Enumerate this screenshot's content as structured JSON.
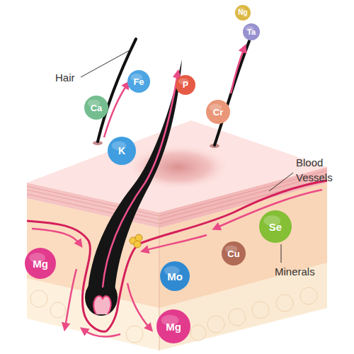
{
  "diagram": {
    "nodes": [
      {
        "text": [
          "Ng"
        ]
      },
      {
        "text": [
          "Ta"
        ]
      },
      {
        "text": [
          "Fe"
        ]
      },
      {
        "text": [
          "P"
        ]
      },
      {
        "text": [
          "Ca"
        ]
      },
      {
        "text": [
          "Cr"
        ]
      },
      {
        "text": [
          "K"
        ]
      },
      {
        "text": [
          "Se"
        ]
      },
      {
        "text": [
          "Cu"
        ]
      },
      {
        "text": [
          "Mg"
        ]
      },
      {
        "text": [
          "Mo"
        ]
      },
      {
        "text": [
          "Mg"
        ]
      }
    ],
    "labels": [
      "Hair",
      "Blood Vessels",
      "Minerals"
    ]
  }
}
